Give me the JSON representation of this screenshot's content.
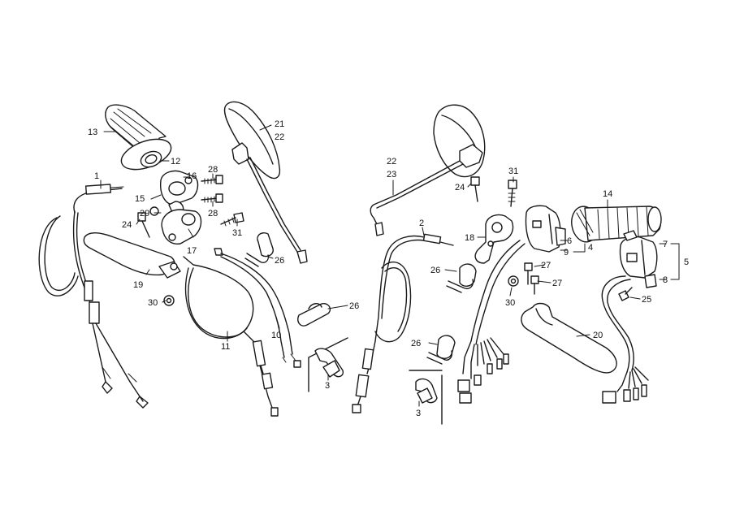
{
  "callouts": [
    {
      "id": "c1",
      "text": "1"
    },
    {
      "id": "c2",
      "text": "2"
    },
    {
      "id": "c3a",
      "text": "3"
    },
    {
      "id": "c3b",
      "text": "3"
    },
    {
      "id": "c4",
      "text": "4"
    },
    {
      "id": "c5",
      "text": "5"
    },
    {
      "id": "c6",
      "text": "6"
    },
    {
      "id": "c7",
      "text": "7"
    },
    {
      "id": "c8",
      "text": "8"
    },
    {
      "id": "c9",
      "text": "9"
    },
    {
      "id": "c10",
      "text": "10"
    },
    {
      "id": "c11",
      "text": "11"
    },
    {
      "id": "c12",
      "text": "12"
    },
    {
      "id": "c13",
      "text": "13"
    },
    {
      "id": "c14",
      "text": "14"
    },
    {
      "id": "c15",
      "text": "15"
    },
    {
      "id": "c16",
      "text": "16"
    },
    {
      "id": "c17",
      "text": "17"
    },
    {
      "id": "c18",
      "text": "18"
    },
    {
      "id": "c19",
      "text": "19"
    },
    {
      "id": "c20",
      "text": "20"
    },
    {
      "id": "c21",
      "text": "21"
    },
    {
      "id": "c22a",
      "text": "22"
    },
    {
      "id": "c22b",
      "text": "22"
    },
    {
      "id": "c23",
      "text": "23"
    },
    {
      "id": "c24a",
      "text": "24"
    },
    {
      "id": "c24b",
      "text": "24"
    },
    {
      "id": "c25",
      "text": "25"
    },
    {
      "id": "c26a",
      "text": "26"
    },
    {
      "id": "c26b",
      "text": "26"
    },
    {
      "id": "c26c",
      "text": "26"
    },
    {
      "id": "c26d",
      "text": "26"
    },
    {
      "id": "c27a",
      "text": "27"
    },
    {
      "id": "c27b",
      "text": "27"
    },
    {
      "id": "c28a",
      "text": "28"
    },
    {
      "id": "c28b",
      "text": "28"
    },
    {
      "id": "c29",
      "text": "29"
    },
    {
      "id": "c30a",
      "text": "30"
    },
    {
      "id": "c30b",
      "text": "30"
    },
    {
      "id": "c31a",
      "text": "31"
    },
    {
      "id": "c31b",
      "text": "31"
    }
  ]
}
